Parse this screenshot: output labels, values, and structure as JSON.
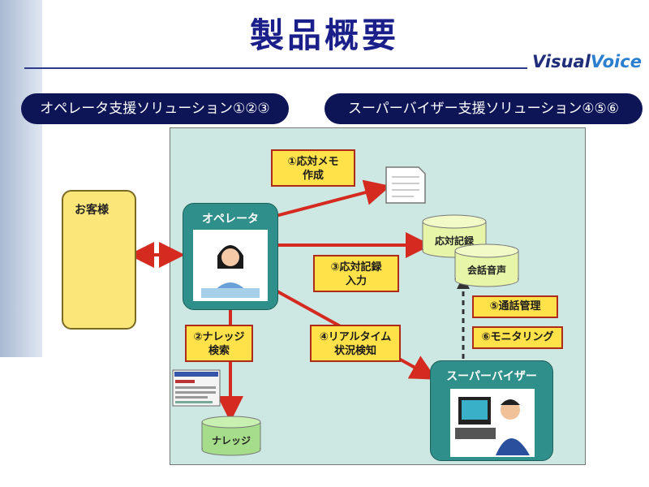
{
  "header": {
    "title": "製品概要",
    "logo": "VisualVoice"
  },
  "tabs": {
    "operator": "オペレータ支援ソリューション①②③",
    "supervisor": "スーパーバイザー支援ソリューション④⑤⑥"
  },
  "nodes": {
    "customer": "お客様",
    "operator": "オペレータ",
    "supervisor": "スーパーバイザー",
    "record": "応対記録",
    "voice": "会話音声",
    "knowledge": "ナレッジ"
  },
  "notes": {
    "n1_line1": "①応対メモ",
    "n1_line2": "作成",
    "n2_line1": "②ナレッジ",
    "n2_line2": "検索",
    "n3_line1": "③応対記録",
    "n3_line2": "入力",
    "n4_line1": "④リアルタイム",
    "n4_line2": "状況検知",
    "n5": "⑤通話管理",
    "n6": "⑥モニタリング"
  },
  "colors": {
    "title": "#1a1f8a",
    "pill": "#0e1557",
    "panel": "#cde8e3",
    "arrow": "#d42a1f",
    "note_fill": "#ffe24a",
    "node_fill": "#2f8f8a",
    "customer_fill": "#fbe67a",
    "cylinder_fill": "#e6f5a8"
  }
}
